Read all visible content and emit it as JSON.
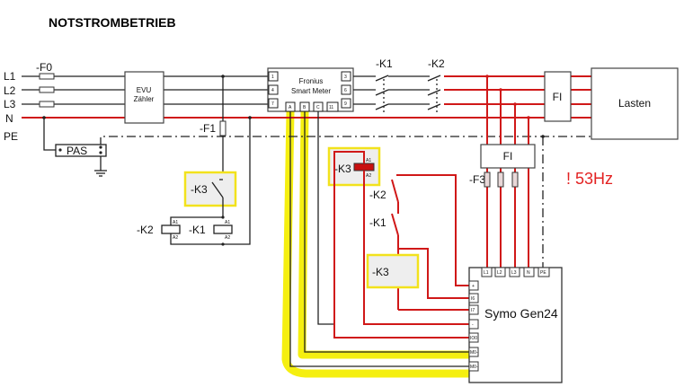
{
  "title": "NOTSTROMBETRIEB",
  "lines": {
    "l1": "L1",
    "l2": "L2",
    "l3": "L3",
    "n": "N",
    "pe": "PE"
  },
  "fuses": {
    "f0": "-F0",
    "f1": "-F1",
    "f3": "-F3"
  },
  "pas": "PAS",
  "evu": {
    "line1": "EVU",
    "line2": "Zähler"
  },
  "smart_meter": {
    "line1": "Fronius",
    "line2": "Smart Meter",
    "terminals_left": [
      "1",
      "4",
      "7"
    ],
    "terminals_right": [
      "3",
      "6",
      "9"
    ],
    "terminals_bottom": [
      "A",
      "B",
      "C",
      "11"
    ]
  },
  "contactors": {
    "k1": "-K1",
    "k2": "-K2",
    "k3": "-K3"
  },
  "coil_pins": {
    "a1": "A1",
    "a2": "A2"
  },
  "fi": "FI",
  "loads": "Lasten",
  "frequency_warning": "! 53Hz",
  "inverter": {
    "name": "Symo Gen24",
    "terminals_top": [
      "L1",
      "L2",
      "L3",
      "N",
      "PE"
    ],
    "terminals_left": [
      "+",
      "I6",
      "I7",
      "-",
      "IO0",
      "M0-",
      "M0-"
    ]
  },
  "colors": {
    "live_wire": "#d01818",
    "highlight": "#f5ef10",
    "warning": "#e32222"
  }
}
